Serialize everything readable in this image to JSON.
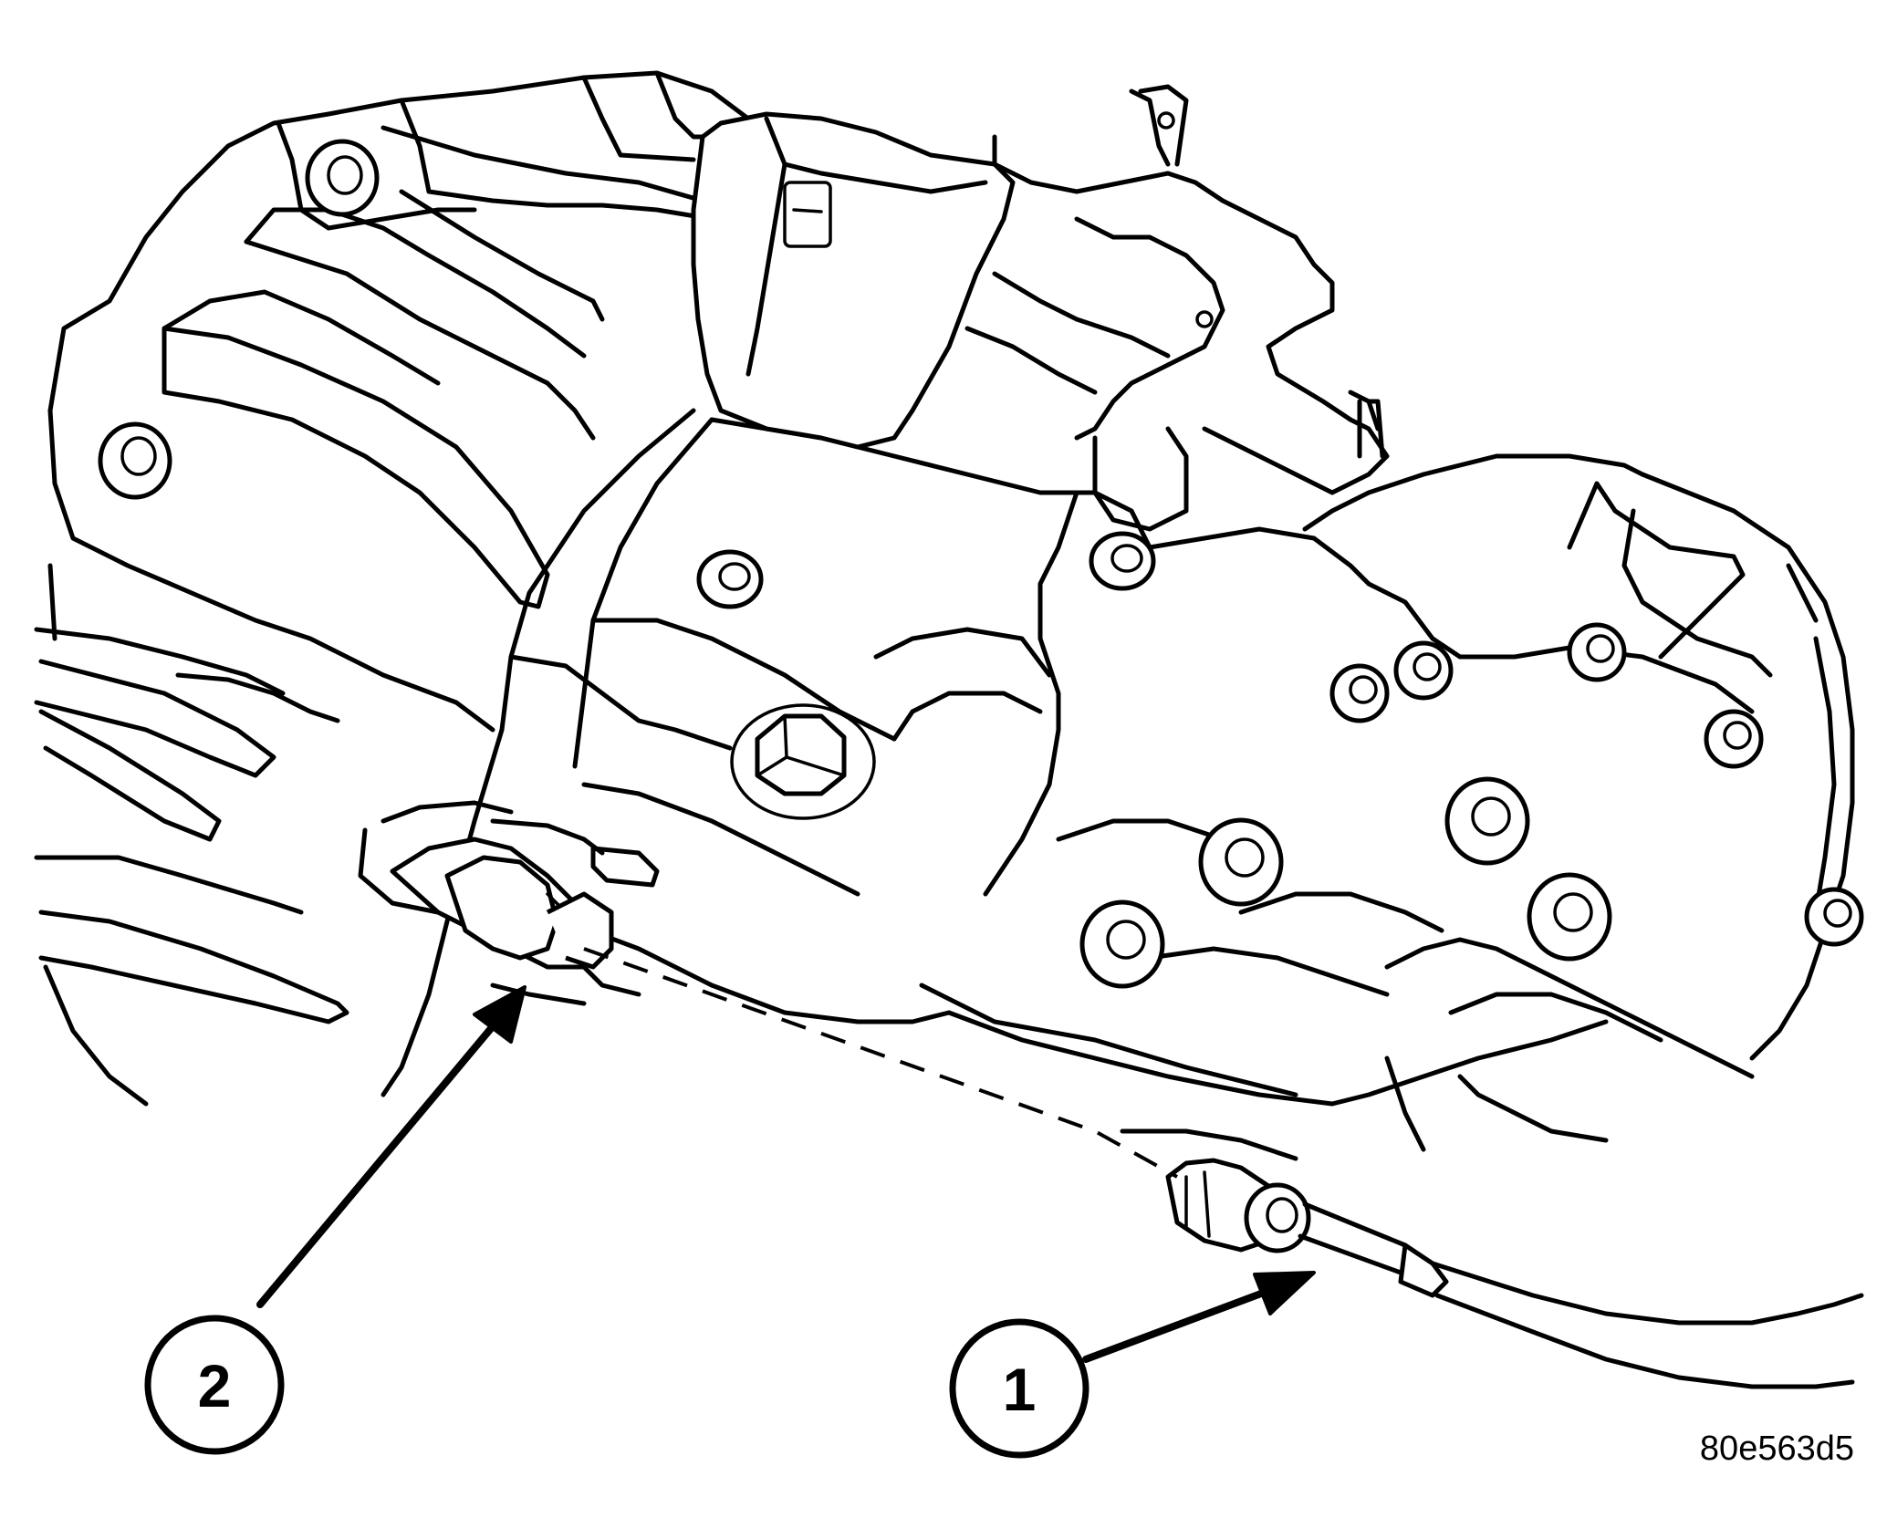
{
  "callouts": [
    {
      "label": "1",
      "target": "cable-end"
    },
    {
      "label": "2",
      "target": "bracket-clip"
    }
  ],
  "figure_code": "80e563d5",
  "colors": {
    "ink": "#000000",
    "paper": "#ffffff"
  }
}
